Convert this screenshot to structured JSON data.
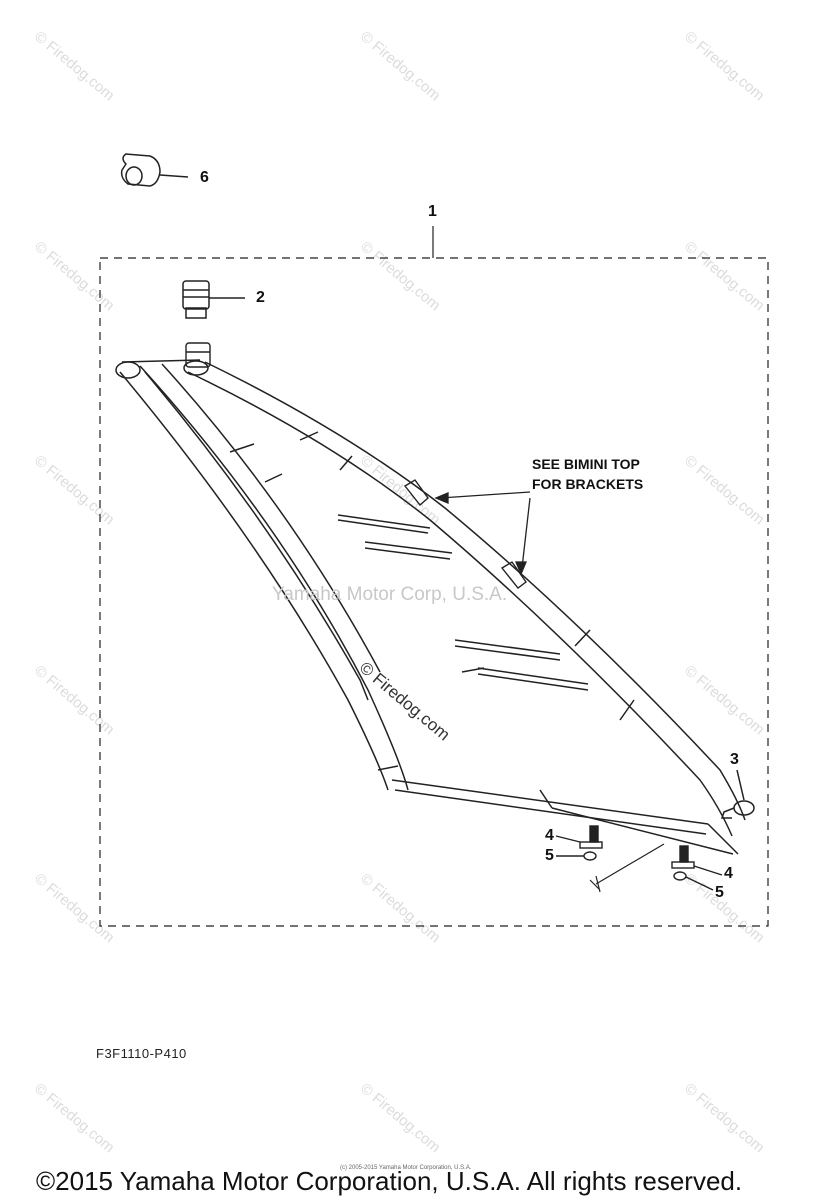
{
  "watermark_text": "© Firedog.com",
  "center_watermark": "Yamaha Motor Corp, U.S.A.",
  "center_firedog": "© Firedog.com",
  "callouts": {
    "c1": "1",
    "c2": "2",
    "c3": "3",
    "c4a": "4",
    "c5a": "5",
    "c4b": "4",
    "c5b": "5",
    "c6": "6"
  },
  "note": {
    "line1": "SEE BIMINI TOP",
    "line2": "FOR BRACKETS"
  },
  "diagram_code": "F3F1110-P410",
  "tiny_copyright": "(c) 2005-2015 Yamaha Motor Corporation, U.S.A.",
  "copyright": "©2015 Yamaha Motor Corporation, U.S.A. All rights reserved."
}
